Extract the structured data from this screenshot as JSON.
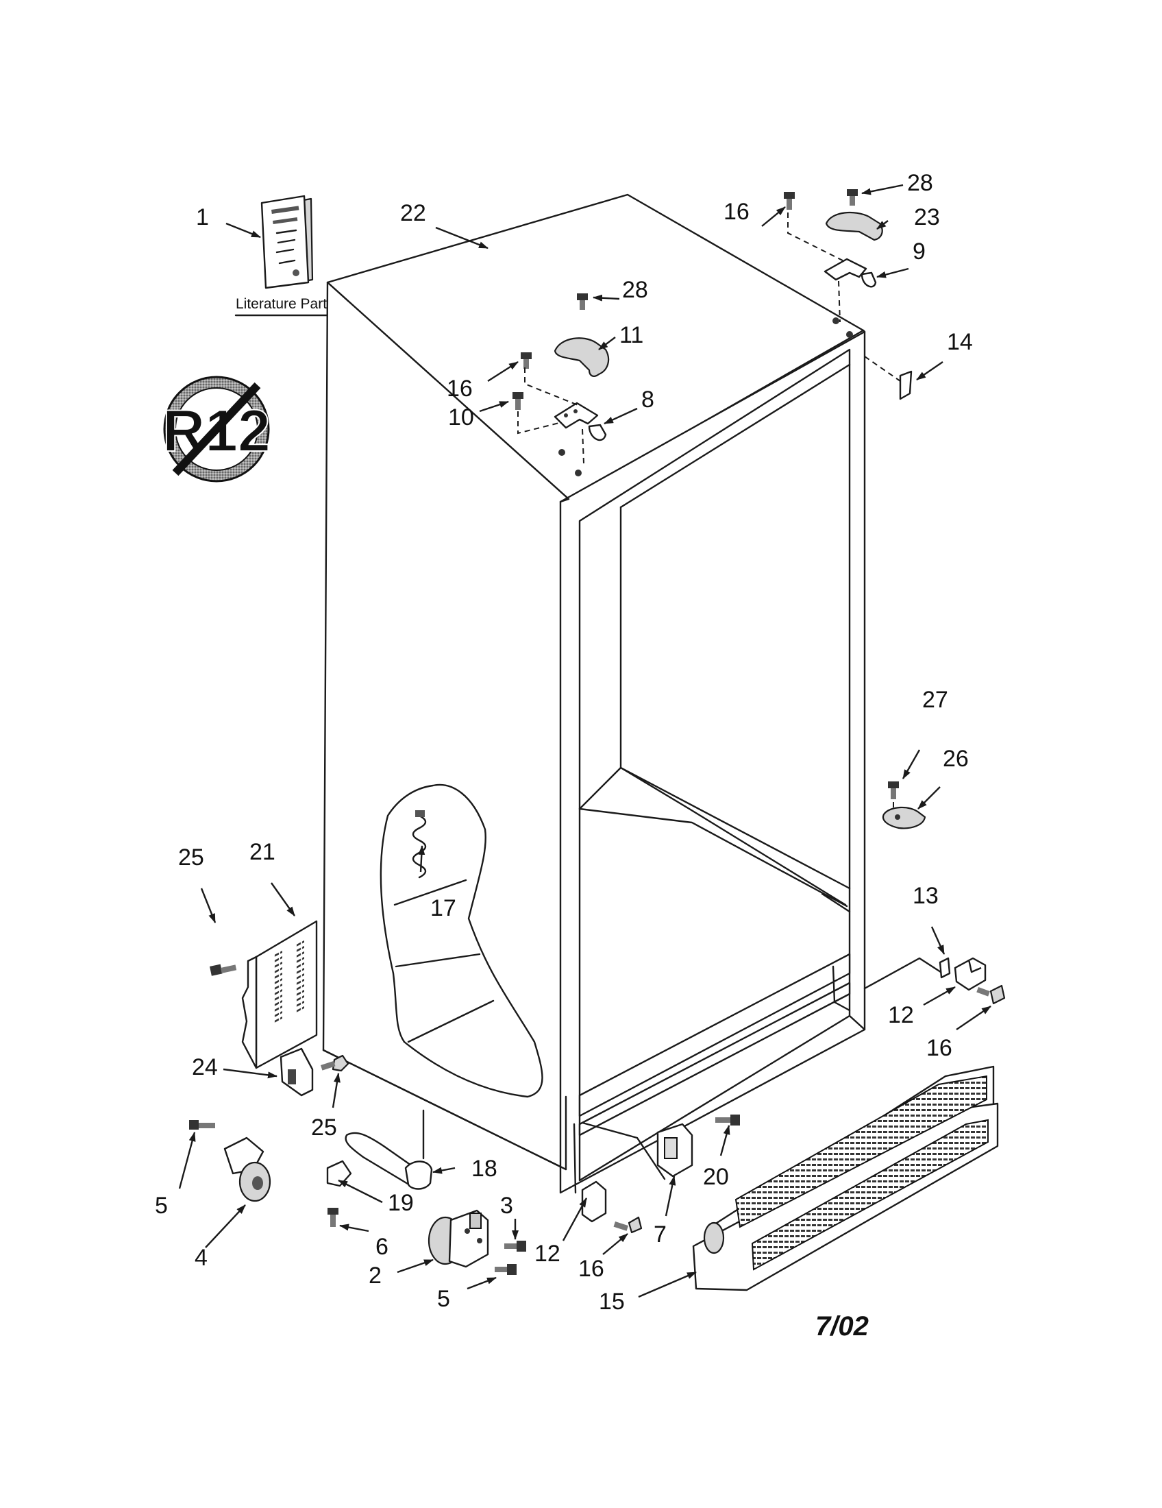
{
  "literature_caption": "Literature Parts",
  "date_code": "7/02",
  "no_r12_symbol": {
    "text": "R12"
  },
  "callouts": [
    {
      "id": "c1",
      "text": "1"
    },
    {
      "id": "c22",
      "text": "22"
    },
    {
      "id": "c28a",
      "text": "28"
    },
    {
      "id": "c16a",
      "text": "16"
    },
    {
      "id": "c23",
      "text": "23"
    },
    {
      "id": "c9",
      "text": "9"
    },
    {
      "id": "c28b",
      "text": "28"
    },
    {
      "id": "c11",
      "text": "11"
    },
    {
      "id": "c16b",
      "text": "16"
    },
    {
      "id": "c14",
      "text": "14"
    },
    {
      "id": "c10",
      "text": "10"
    },
    {
      "id": "c8",
      "text": "8"
    },
    {
      "id": "c27",
      "text": "27"
    },
    {
      "id": "c26",
      "text": "26"
    },
    {
      "id": "c25a",
      "text": "25"
    },
    {
      "id": "c21",
      "text": "21"
    },
    {
      "id": "c17",
      "text": "17"
    },
    {
      "id": "c13",
      "text": "13"
    },
    {
      "id": "c12a",
      "text": "12"
    },
    {
      "id": "c16c",
      "text": "16"
    },
    {
      "id": "c24",
      "text": "24"
    },
    {
      "id": "c25b",
      "text": "25"
    },
    {
      "id": "c18",
      "text": "18"
    },
    {
      "id": "c20",
      "text": "20"
    },
    {
      "id": "c5a",
      "text": "5"
    },
    {
      "id": "c19",
      "text": "19"
    },
    {
      "id": "c3",
      "text": "3"
    },
    {
      "id": "c4",
      "text": "4"
    },
    {
      "id": "c6",
      "text": "6"
    },
    {
      "id": "c12b",
      "text": "12"
    },
    {
      "id": "c16d",
      "text": "16"
    },
    {
      "id": "c7",
      "text": "7"
    },
    {
      "id": "c2",
      "text": "2"
    },
    {
      "id": "c5b",
      "text": "5"
    },
    {
      "id": "c15",
      "text": "15"
    }
  ]
}
